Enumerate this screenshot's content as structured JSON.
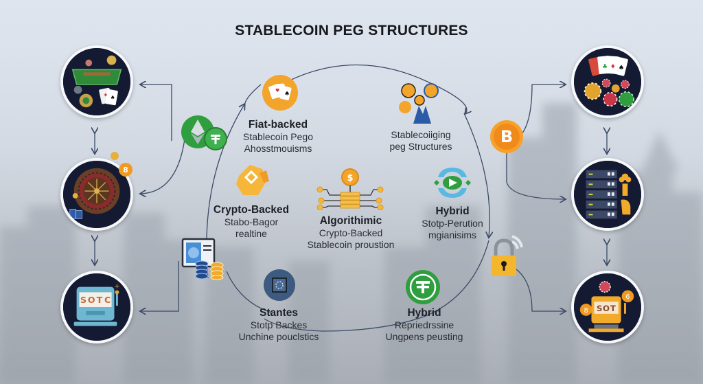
{
  "title": "STABLECOIN PEG STRUCTURES",
  "colors": {
    "background_top": "#dfe5ee",
    "circle_fill": "#151a33",
    "circle_border": "#f6f8fb",
    "accent_orange": "#f5a623",
    "accent_green": "#2e9e3e",
    "accent_blue": "#2a5aa8",
    "line": "#3a4a66"
  },
  "center_items": [
    {
      "id": "fiat-backed",
      "heading": "Fiat-backed",
      "lines": [
        "Stablecoin Pego",
        "Ahosstmouisms"
      ],
      "icon": "playing-cards-coin-icon"
    },
    {
      "id": "peg-structures",
      "heading": "",
      "lines": [
        "Stablecoiiging",
        "peg Structures"
      ],
      "icon": "coins-bars-icon"
    },
    {
      "id": "crypto-backed",
      "heading": "Crypto-Backed",
      "lines": [
        "Stabo-Bagor",
        "realtine"
      ],
      "icon": "hexagon-gear-icon"
    },
    {
      "id": "algorithmic",
      "heading": "Algorithimic",
      "lines": [
        "Crypto-Backed",
        "Stablecoin proustion"
      ],
      "icon": "circuit-dollar-icon"
    },
    {
      "id": "hybrid-top",
      "heading": "Hybrid",
      "lines": [
        "Stotp-Perution",
        "mgianisims"
      ],
      "icon": "play-arrows-icon"
    },
    {
      "id": "stantes",
      "heading": "Stantes",
      "lines": [
        "Stotp Backes",
        "Unchine pouclstics"
      ],
      "icon": "crossed-shield-icon"
    },
    {
      "id": "hybrid-bottom",
      "heading": "Hybrid",
      "lines": [
        "Repriedrssine",
        "Ungpens peusting"
      ],
      "icon": "tether-coin-icon"
    }
  ],
  "side_nodes": {
    "left": [
      {
        "id": "blackjack-table",
        "icon": "blackjack-table-icon"
      },
      {
        "id": "roulette",
        "icon": "roulette-wheel-icon",
        "badge": "8"
      },
      {
        "id": "slot-left",
        "icon": "slot-machine-icon",
        "reels": [
          "S",
          "O",
          "T",
          "C"
        ]
      }
    ],
    "right": [
      {
        "id": "cards-chips",
        "icon": "cards-chips-icon"
      },
      {
        "id": "servers",
        "icon": "server-rack-icon"
      },
      {
        "id": "slot-right",
        "icon": "slot-machine-icon",
        "reels": [
          "S",
          "O",
          "T"
        ],
        "badges": [
          "8",
          "6"
        ]
      }
    ]
  },
  "connector_icons": {
    "ethereum_tether": "ethereum-tether-icon",
    "monitor_chips": "monitor-chips-icon",
    "bitcoin": "bitcoin-icon",
    "bitcoin_symbol": "B",
    "lock": "lock-wireless-icon"
  }
}
